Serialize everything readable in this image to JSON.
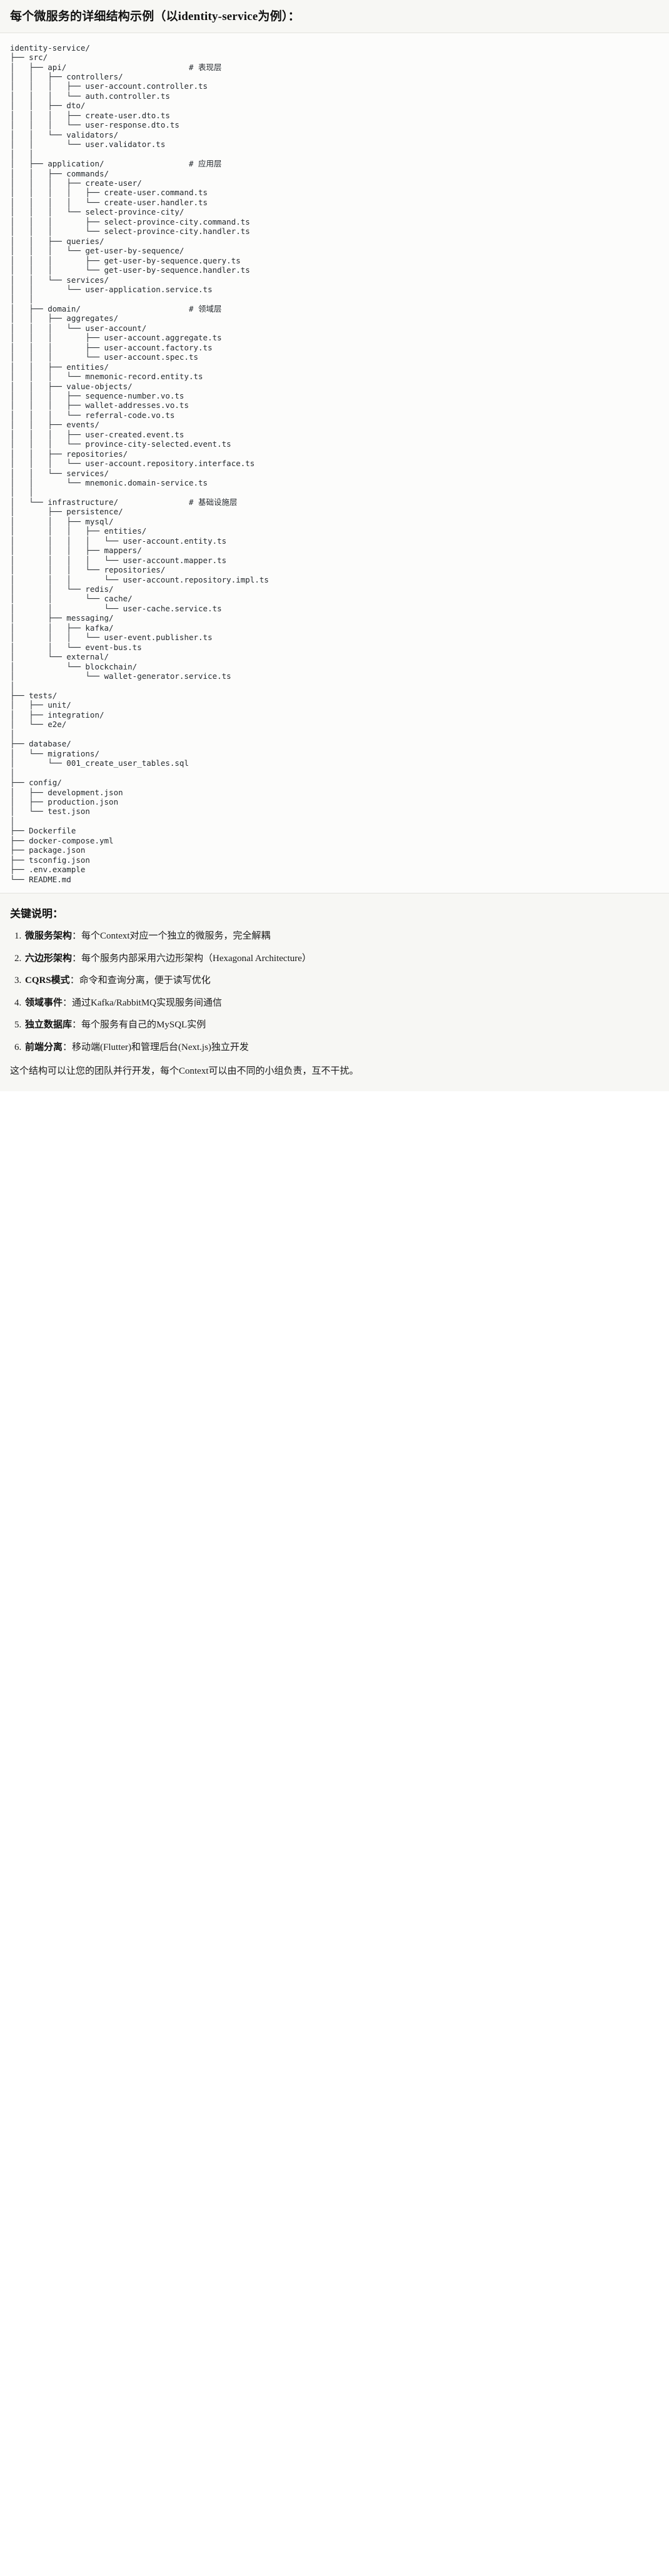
{
  "heading": {
    "title": "每个微服务的详细结构示例（以identity-service为例）："
  },
  "tree": {
    "root": "identity-service/",
    "text": "identity-service/\n├── src/\n│   ├── api/                          # 表现层\n│   │   ├── controllers/\n│   │   │   ├── user-account.controller.ts\n│   │   │   └── auth.controller.ts\n│   │   ├── dto/\n│   │   │   ├── create-user.dto.ts\n│   │   │   └── user-response.dto.ts\n│   │   └── validators/\n│   │       └── user.validator.ts\n│   │\n│   ├── application/                  # 应用层\n│   │   ├── commands/\n│   │   │   ├── create-user/\n│   │   │   │   ├── create-user.command.ts\n│   │   │   │   └── create-user.handler.ts\n│   │   │   └── select-province-city/\n│   │   │       ├── select-province-city.command.ts\n│   │   │       └── select-province-city.handler.ts\n│   │   ├── queries/\n│   │   │   └── get-user-by-sequence/\n│   │   │       ├── get-user-by-sequence.query.ts\n│   │   │       └── get-user-by-sequence.handler.ts\n│   │   └── services/\n│   │       └── user-application.service.ts\n│   │\n│   ├── domain/                       # 领域层\n│   │   ├── aggregates/\n│   │   │   └── user-account/\n│   │   │       ├── user-account.aggregate.ts\n│   │   │       ├── user-account.factory.ts\n│   │   │       └── user-account.spec.ts\n│   │   ├── entities/\n│   │   │   └── mnemonic-record.entity.ts\n│   │   ├── value-objects/\n│   │   │   ├── sequence-number.vo.ts\n│   │   │   ├── wallet-addresses.vo.ts\n│   │   │   └── referral-code.vo.ts\n│   │   ├── events/\n│   │   │   ├── user-created.event.ts\n│   │   │   └── province-city-selected.event.ts\n│   │   ├── repositories/\n│   │   │   └── user-account.repository.interface.ts\n│   │   └── services/\n│   │       └── mnemonic.domain-service.ts\n│   │\n│   └── infrastructure/               # 基础设施层\n│       ├── persistence/\n│       │   ├── mysql/\n│       │   │   ├── entities/\n│       │   │   │   └── user-account.entity.ts\n│       │   │   ├── mappers/\n│       │   │   │   └── user-account.mapper.ts\n│       │   │   └── repositories/\n│       │   │       └── user-account.repository.impl.ts\n│       │   └── redis/\n│       │       └── cache/\n│       │           └── user-cache.service.ts\n│       ├── messaging/\n│       │   ├── kafka/\n│       │   │   └── user-event.publisher.ts\n│       │   └── event-bus.ts\n│       └── external/\n│           └── blockchain/\n│               └── wallet-generator.service.ts\n│\n├── tests/\n│   ├── unit/\n│   ├── integration/\n│   └── e2e/\n│\n├── database/\n│   └── migrations/\n│       └── 001_create_user_tables.sql\n│\n├── config/\n│   ├── development.json\n│   ├── production.json\n│   └── test.json\n│\n├── Dockerfile\n├── docker-compose.yml\n├── package.json\n├── tsconfig.json\n├── .env.example\n└── README.md",
    "layer_comments": [
      {
        "path": "api/",
        "comment": "# 表现层"
      },
      {
        "path": "application/",
        "comment": "# 应用层"
      },
      {
        "path": "domain/",
        "comment": "# 领域层"
      },
      {
        "path": "infrastructure/",
        "comment": "# 基础设施层"
      }
    ]
  },
  "notes": {
    "title": "关键说明：",
    "items": [
      {
        "term": "微服务架构",
        "sep": "：",
        "desc": "每个Context对应一个独立的微服务，完全解耦"
      },
      {
        "term": "六边形架构",
        "sep": "：",
        "desc": "每个服务内部采用六边形架构（Hexagonal Architecture）"
      },
      {
        "term": "CQRS模式",
        "sep": "：",
        "desc": "命令和查询分离，便于读写优化"
      },
      {
        "term": "领域事件",
        "sep": "：",
        "desc": "通过Kafka/RabbitMQ实现服务间通信"
      },
      {
        "term": "独立数据库",
        "sep": "：",
        "desc": "每个服务有自己的MySQL实例"
      },
      {
        "term": "前端分离",
        "sep": "：",
        "desc": "移动端(Flutter)和管理后台(Next.js)独立开发"
      }
    ],
    "footer": "这个结构可以让您的团队并行开发，每个Context可以由不同的小组负责，互不干扰。"
  }
}
